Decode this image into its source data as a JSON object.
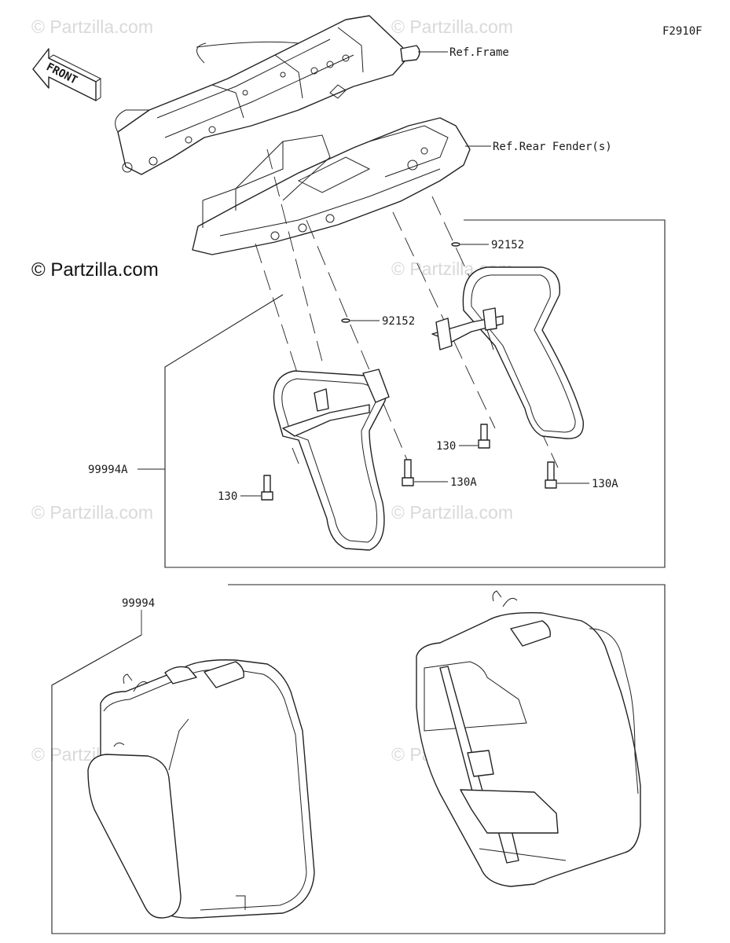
{
  "figure_code": "F2910F",
  "copyright": "© Partzilla.com",
  "watermark": "© Partzilla.com",
  "direction": "FRONT",
  "callouts": {
    "ref_frame": "Ref.Frame",
    "ref_rear_fender": "Ref.Rear Fender(s)",
    "washer_right": "92152",
    "washer_left": "92152",
    "bolt_130_right": "130",
    "bolt_130_left": "130",
    "bolt_130a_left": "130A",
    "bolt_130a_right": "130A",
    "bracket_assembly": "99994A",
    "saddlebag_kit": "99994"
  }
}
